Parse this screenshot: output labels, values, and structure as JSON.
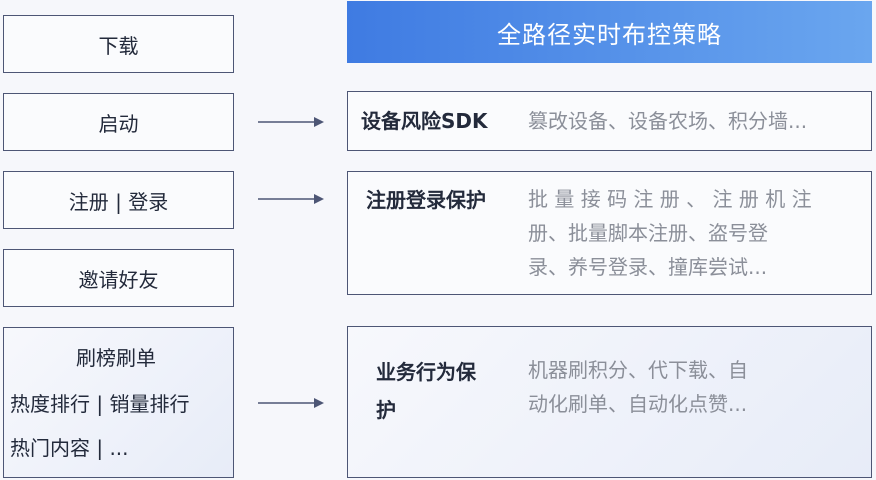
{
  "left_items": {
    "download": "下载",
    "launch": "启动",
    "register_login": "注册 | 登录",
    "invite": "邀请好友",
    "ranking_title": "刷榜刷单",
    "ranking_line2": "热度排行 | 销量排行",
    "ranking_line3": "热门内容 | ..."
  },
  "header": {
    "title": "全路径实时布控策略"
  },
  "right_items": {
    "device": {
      "title": "设备风险SDK",
      "desc": "篡改设备、设备农场、积分墙..."
    },
    "register": {
      "title": "注册登录保护",
      "desc": "批 量 接 码 注 册 、 注 册 机 注\n册、批量脚本注册、盗号登\n录、养号登录、撞库尝试..."
    },
    "business": {
      "title": "业务行为保\n护",
      "desc": "机器刷积分、代下载、自\n动化刷单、自动化点赞..."
    }
  },
  "colors": {
    "header_start": "#3f7be2",
    "header_end": "#6aa6ef",
    "border": "#4d5675",
    "desc_text": "#8b8f99"
  }
}
